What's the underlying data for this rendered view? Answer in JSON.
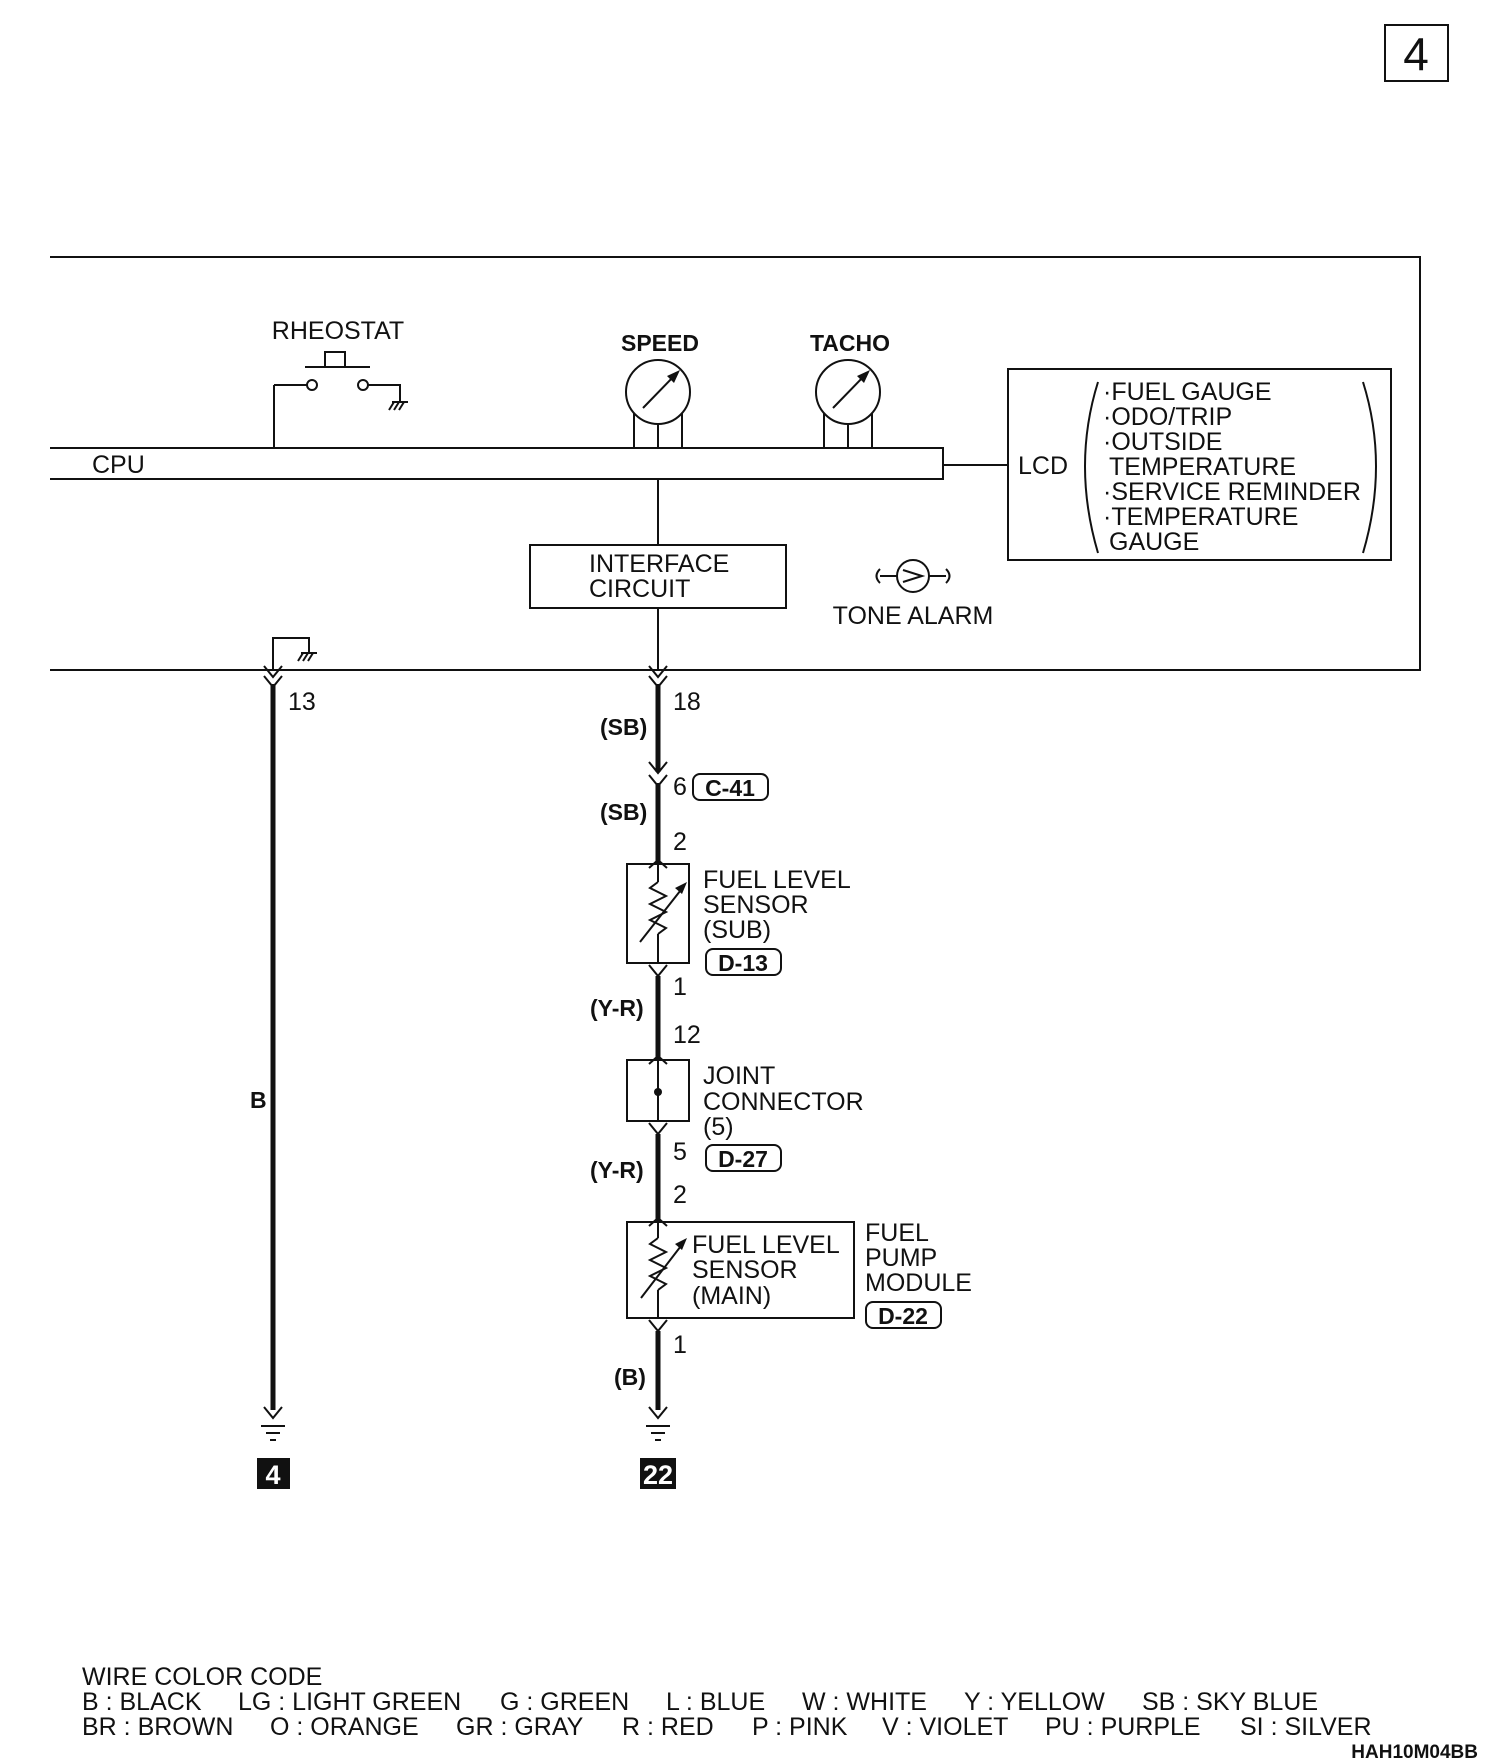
{
  "page_number": "4",
  "figure_code": "HAH10M04BB",
  "components": {
    "rheostat": "RHEOSTAT",
    "speed": "SPEED",
    "tacho": "TACHO",
    "cpu": "CPU",
    "lcd": "LCD",
    "lcd_items": [
      "·FUEL GAUGE",
      "·ODO/TRIP",
      "·OUTSIDE",
      "TEMPERATURE",
      "·SERVICE REMINDER",
      "·TEMPERATURE",
      "GAUGE"
    ],
    "interface_circuit": [
      "INTERFACE",
      "CIRCUIT"
    ],
    "tone_alarm": "TONE ALARM",
    "fuel_sensor_sub": [
      "FUEL LEVEL",
      "SENSOR",
      "(SUB)"
    ],
    "joint_connector": [
      "JOINT",
      "CONNECTOR",
      "(5)"
    ],
    "fuel_sensor_main": [
      "FUEL LEVEL",
      "SENSOR",
      "(MAIN)"
    ],
    "fuel_pump_module": [
      "FUEL",
      "PUMP",
      "MODULE"
    ]
  },
  "connectors": {
    "c41": "C-41",
    "d13": "D-13",
    "d27": "D-27",
    "d22": "D-22"
  },
  "pins": {
    "ground_pin": "13",
    "signal_pin": "18",
    "c41_pin": "6",
    "sub_top": "2",
    "sub_bottom": "1",
    "jc_top": "12",
    "jc_bottom": "5",
    "main_top": "2",
    "main_bottom": "1"
  },
  "wire_colors": {
    "ground_wire": "B",
    "w1": "(SB)",
    "w2": "(SB)",
    "w3": "(Y-R)",
    "w4": "(Y-R)",
    "w5": "(B)"
  },
  "ground_points": {
    "left": "4",
    "right": "22"
  },
  "legend": {
    "title": "WIRE COLOR CODE",
    "row1": [
      "B : BLACK",
      "LG : LIGHT GREEN",
      "G : GREEN",
      "L : BLUE",
      "W : WHITE",
      "Y : YELLOW",
      "SB : SKY BLUE"
    ],
    "row2": [
      "BR : BROWN",
      "O : ORANGE",
      "GR : GRAY",
      "R : RED",
      "P : PINK",
      "V : VIOLET",
      "PU : PURPLE",
      "SI : SILVER"
    ]
  }
}
